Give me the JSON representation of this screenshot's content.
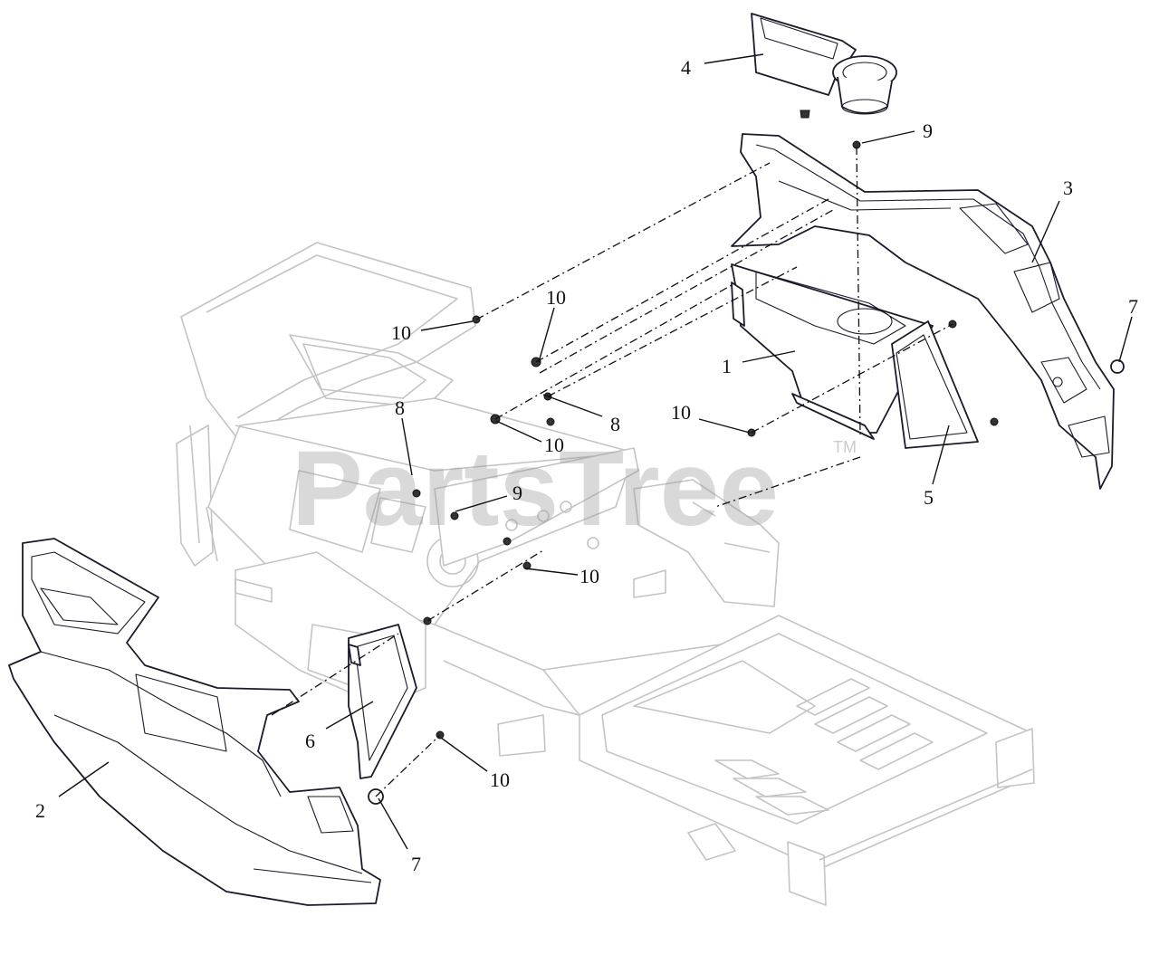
{
  "watermark": {
    "text": "PartsTree",
    "tm": "TM"
  },
  "callouts": [
    {
      "id": "c4",
      "label": "4"
    },
    {
      "id": "c9a",
      "label": "9"
    },
    {
      "id": "c3",
      "label": "3"
    },
    {
      "id": "c10a",
      "label": "10"
    },
    {
      "id": "c10b",
      "label": "10"
    },
    {
      "id": "c7a",
      "label": "7"
    },
    {
      "id": "c1",
      "label": "1"
    },
    {
      "id": "c8a",
      "label": "8"
    },
    {
      "id": "c8b",
      "label": "8"
    },
    {
      "id": "c10c",
      "label": "10"
    },
    {
      "id": "c10d",
      "label": "10"
    },
    {
      "id": "c5",
      "label": "5"
    },
    {
      "id": "c9b",
      "label": "9"
    },
    {
      "id": "c10e",
      "label": "10"
    },
    {
      "id": "c6",
      "label": "6"
    },
    {
      "id": "c2",
      "label": "2"
    },
    {
      "id": "c10f",
      "label": "10"
    },
    {
      "id": "c7b",
      "label": "7"
    }
  ]
}
